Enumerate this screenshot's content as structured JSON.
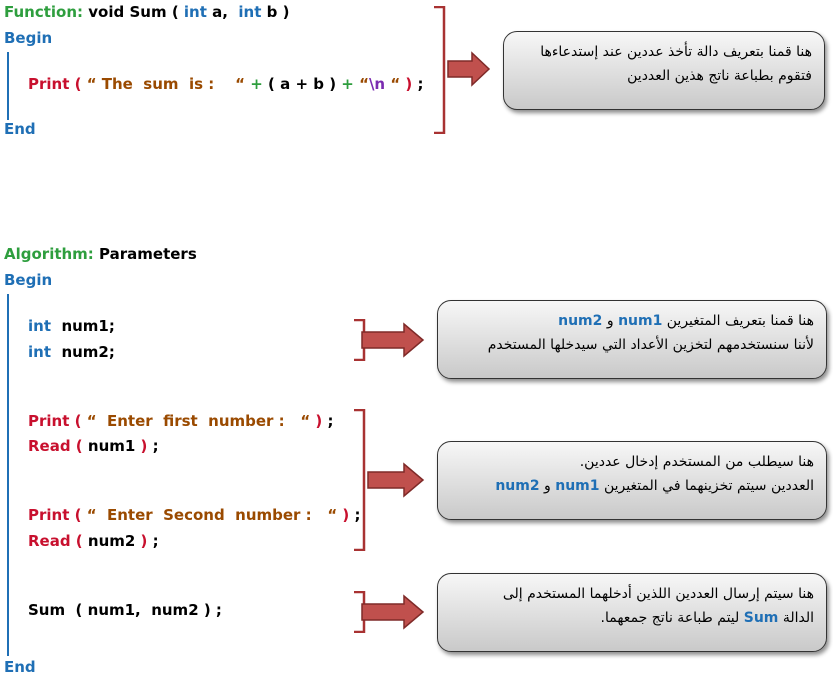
{
  "block1": {
    "function_kw": "Function:",
    "void_kw": "void",
    "sum_name": "Sum ( ",
    "int1": "int",
    "a_param": " a,  ",
    "int2": "int",
    "b_param": " b )",
    "begin": "Begin",
    "print_kw": "Print ( ",
    "print_str": "“ The  sum  is :    “",
    "plus1": " + ",
    "expr": "( a + b )",
    "plus2": " + ",
    "q_open": "“",
    "newline": "\\n",
    "q_close": " “",
    "paren_close": " ) ",
    "semi": ";",
    "end": "End",
    "note": "هنا قمنا بتعريف دالة تأخذ عددين عند إستدعاءها فتقوم بطباعة ناتج هذين العددين"
  },
  "block2": {
    "algorithm_kw": "Algorithm:",
    "algorithm_name": "Parameters",
    "begin": "Begin",
    "int1": "int",
    "var1": "  num1;",
    "int2": "int",
    "var2": "  num2;",
    "print1_kw": "Print ( ",
    "print1_str": "“  Enter  first  number :   “",
    "print1_close": " ) ",
    "print1_semi": ";",
    "read1_kw": "Read ( ",
    "read1_arg": "num1",
    "read1_close": " ) ",
    "read1_semi": ";",
    "print2_kw": "Print ( ",
    "print2_str": "“  Enter  Second  number :   “",
    "print2_close": " ) ",
    "print2_semi": ";",
    "read2_kw": "Read ( ",
    "read2_arg": "num2",
    "read2_close": " ) ",
    "read2_semi": ";",
    "call": "Sum  ( num1,  num2 ) ;",
    "end": "End",
    "note1_a": "هنا قمنا بتعريف المتغيرين ",
    "note1_num1": "num1",
    "note1_and": " و ",
    "note1_num2": "num2",
    "note1_b": "لأننا سنستخدمهم لتخزين الأعداد التي سيدخلها المستخدم",
    "note2_a": "هنا سيطلب من المستخدم إدخال عددين.",
    "note2_b": "العددين سيتم تخزينهما في المتغيرين ",
    "note2_num1": "num1",
    "note2_and": " و ",
    "note2_num2": "num2",
    "note3_a": "هنا سيتم إرسال العددين اللذين أدخلهما المستخدم إلى",
    "note3_b1": "الدالة ",
    "note3_sum": "Sum",
    "note3_b2": " ليتم طباعة ناتج جمعهما."
  }
}
